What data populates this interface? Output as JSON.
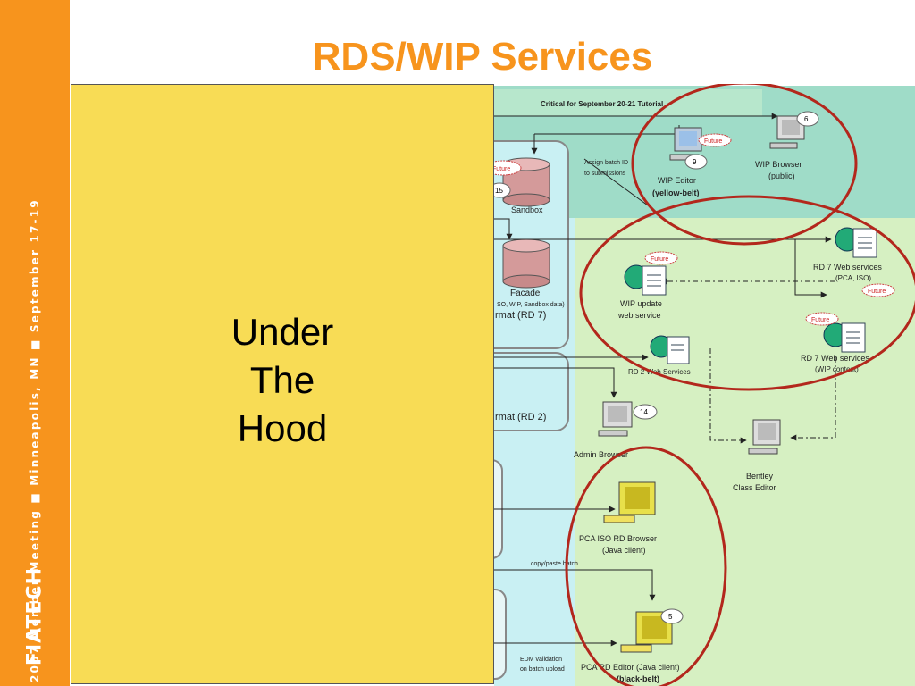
{
  "sidebar": {
    "vertical_text": "2007 Member Meeting  ■  Minneapolis, MN  ■  September 17-19",
    "logo": "FIATECH",
    "color": "#f7941d"
  },
  "title": "RDS/WIP Services",
  "panel": {
    "line1": "Under",
    "line2": "The",
    "line3": "Hood",
    "color": "#f8dc55"
  },
  "diagram": {
    "banner": "Critical for September 20-21 Tutorial",
    "assign_note_1": "Assign batch ID",
    "assign_note_2": "to submissions",
    "future": "Future",
    "sandbox": "Sandbox",
    "sandbox_num": "15",
    "facade": "Facade",
    "facade_sub": "SO, WIP, Sandbox data)",
    "format_rd7": "rmat (RD 7)",
    "format_rd2": "rmat (RD 2)",
    "wip_editor_1": "WIP Editor",
    "wip_editor_2": "(yellow-belt)",
    "wip_editor_num": "9",
    "wip_browser_1": "WIP Browser",
    "wip_browser_2": "(public)",
    "wip_browser_num": "6",
    "rd7_ws_1": "RD 7 Web services",
    "rd7_ws_1_sub": "(PCA, ISO)",
    "wip_update_1": "WIP update",
    "wip_update_2": "web service",
    "rd7_ws_2": "RD 7 Web services",
    "rd7_ws_2_sub": "(WIP content)",
    "rd2_ws": "RD 2 Web Services",
    "admin_browser": "Admin Browser",
    "admin_num": "14",
    "bentley_1": "Bentley",
    "bentley_2": "Class Editor",
    "pca_browser_1": "PCA ISO RD Browser",
    "pca_browser_2": "(Java client)",
    "copy_paste": "copy/paste batch",
    "edm_1": "EDM validation",
    "edm_2": "on batch upload",
    "pca_editor_1": "PCA RD Editor (Java client)",
    "pca_editor_2": "(black-belt)",
    "pca_editor_num": "5",
    "ellipse_color": "#b3271c"
  }
}
